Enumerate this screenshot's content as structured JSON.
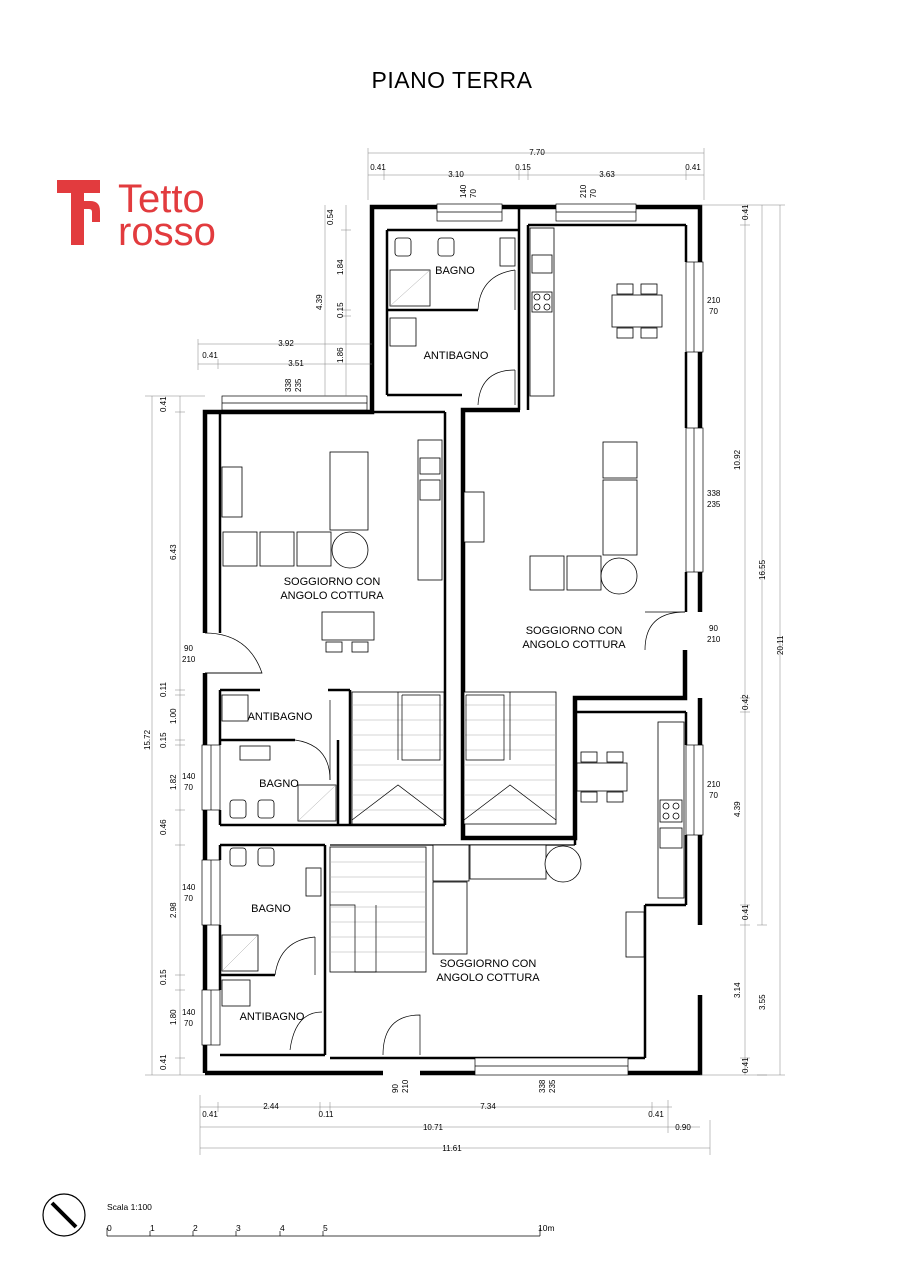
{
  "title": "PIANO TERRA",
  "logo": {
    "line1": "Tetto",
    "line2": "rosso",
    "color": "#e23b3e"
  },
  "rooms": {
    "bagno_1": "BAGNO",
    "antibagno_1": "ANTIBAGNO",
    "soggiorno_1": [
      "SOGGIORNO CON",
      "ANGOLO COTTURA"
    ],
    "soggiorno_2": [
      "SOGGIORNO CON",
      "ANGOLO COTTURA"
    ],
    "antibagno_2": "ANTIBAGNO",
    "bagno_2": "BAGNO",
    "bagno_3": "BAGNO",
    "antibagno_3": "ANTIBAGNO",
    "soggiorno_3": [
      "SOGGIORNO CON",
      "ANGOLO COTTURA"
    ]
  },
  "dims": {
    "top_total": "7.70",
    "top_a": "0.41",
    "top_b": "3.10",
    "top_c": "0.15",
    "top_d": "3.63",
    "top_e": "0.41",
    "win_top_1": [
      "140",
      "70"
    ],
    "win_top_2": [
      "210",
      "70"
    ],
    "left_a": "0.54",
    "left_b": "1.84",
    "left_c": "0.15",
    "left_d": "1.86",
    "left_total": "4.39",
    "w392": "3.92",
    "w041": "0.41",
    "w351": "3.51",
    "win_left_mid": [
      "338",
      "235"
    ],
    "right_win_1": [
      "210",
      "70"
    ],
    "right_win_2": [
      "338",
      "235"
    ],
    "right_door": [
      "90",
      "210"
    ],
    "right_win_3": [
      "210",
      "70"
    ],
    "r_041a": "0.41",
    "r_1092": "10.92",
    "r_042": "0.42",
    "r_439": "4.39",
    "r_041b": "0.41",
    "r_314": "3.14",
    "r_041c": "0.41",
    "r_1655": "16.55",
    "r_355": "3.55",
    "r_2011": "20.11",
    "l_041a": "0.41",
    "l_643": "6.43",
    "l_011": "0.11",
    "l_100": "1.00",
    "l_015a": "0.15",
    "l_182": "1.82",
    "l_046": "0.46",
    "l_298": "2.98",
    "l_015b": "0.15",
    "l_180": "1.80",
    "l_041b": "0.41",
    "l_1572": "15.72",
    "door_left": [
      "90",
      "210"
    ],
    "win_left_1": [
      "140",
      "70"
    ],
    "win_left_2": [
      "140",
      "70"
    ],
    "win_left_3": [
      "140",
      "70"
    ],
    "bottom_door": [
      "90",
      "210"
    ],
    "bottom_win": [
      "338",
      "235"
    ],
    "b_041a": "0.41",
    "b_244": "2.44",
    "b_011": "0.11",
    "b_734": "7.34",
    "b_041b": "0.41",
    "b_1071": "10.71",
    "b_090": "0.90",
    "b_1161": "11.61"
  },
  "scale": {
    "label": "Scala 1:100",
    "ticks": [
      "0",
      "1",
      "2",
      "3",
      "4",
      "5",
      "10m"
    ]
  }
}
